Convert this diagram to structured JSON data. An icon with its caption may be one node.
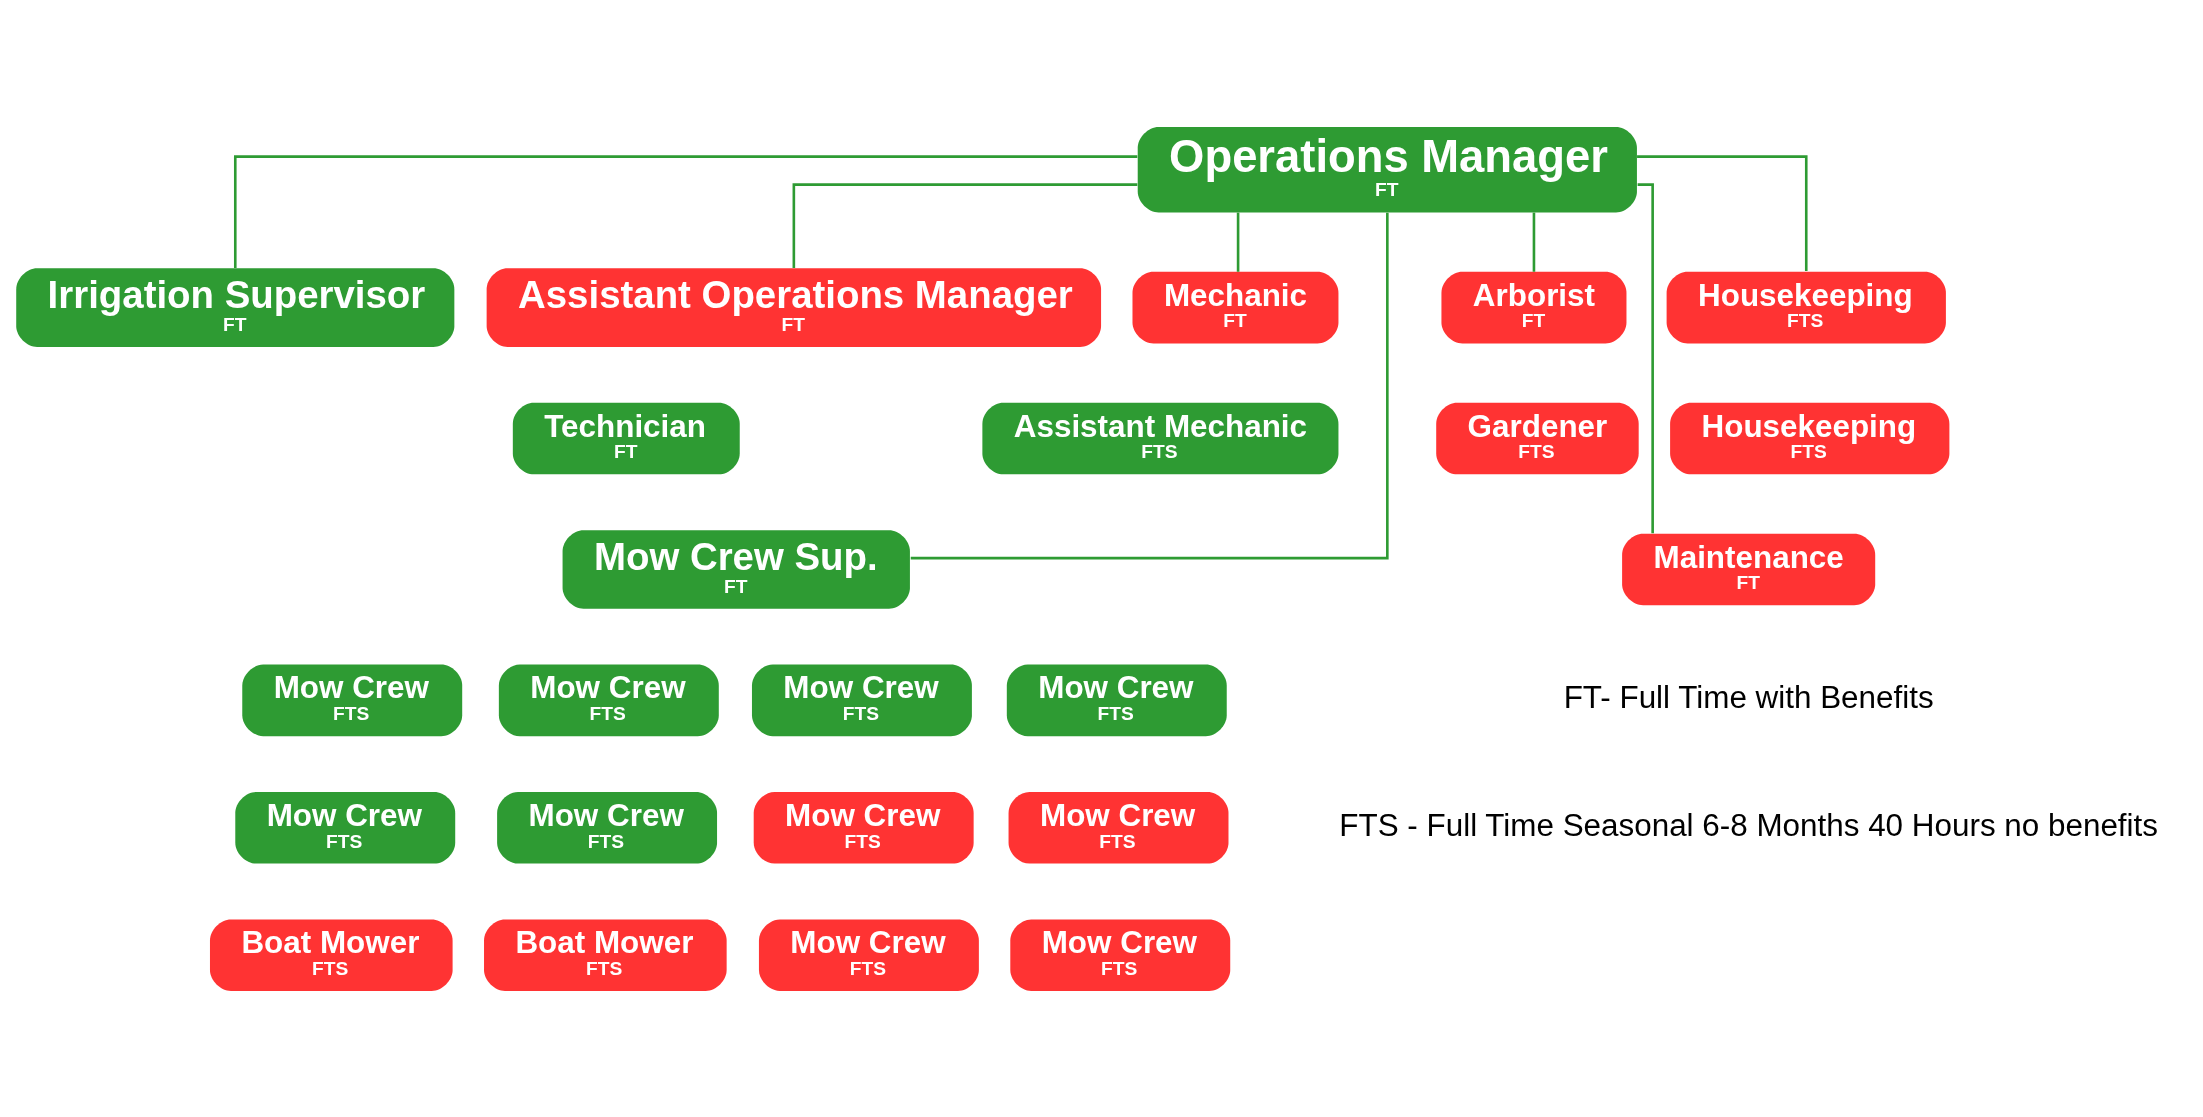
{
  "diagram": {
    "nodes": [
      {
        "text": [
          "Operations Manager",
          "FT"
        ]
      },
      {
        "text": [
          "Irrigation Supervisor",
          "FT"
        ]
      },
      {
        "text": [
          "Assistant Operations Manager",
          "FT"
        ]
      },
      {
        "text": [
          "Mechanic",
          "FT"
        ]
      },
      {
        "text": [
          "Assistant Mechanic",
          "FTS"
        ]
      },
      {
        "text": [
          "Technician",
          "FT"
        ]
      },
      {
        "text": [
          "Mow Crew Sup.",
          "FT"
        ]
      },
      {
        "text": [
          "Arborist",
          "FT"
        ]
      },
      {
        "text": [
          "Housekeeping",
          "FTS"
        ]
      },
      {
        "text": [
          "Gardener",
          "FTS"
        ]
      },
      {
        "text": [
          "Housekeeping",
          "FTS"
        ]
      },
      {
        "text": [
          "Maintenance",
          "FT"
        ]
      },
      {
        "text": [
          "Mow Crew",
          "FTS"
        ]
      },
      {
        "text": [
          "Mow Crew",
          "FTS"
        ]
      },
      {
        "text": [
          "Mow Crew",
          "FTS"
        ]
      },
      {
        "text": [
          "Mow Crew",
          "FTS"
        ]
      },
      {
        "text": [
          "Mow Crew",
          "FTS"
        ]
      },
      {
        "text": [
          "Mow Crew",
          "FTS"
        ]
      },
      {
        "text": [
          "Mow Crew",
          "FTS"
        ]
      },
      {
        "text": [
          "Mow Crew",
          "FTS"
        ]
      },
      {
        "text": [
          "Boat Mower",
          "FTS"
        ]
      },
      {
        "text": [
          "Boat Mower",
          "FTS"
        ]
      },
      {
        "text": [
          "Mow Crew",
          "FTS"
        ]
      },
      {
        "text": [
          "Mow Crew",
          "FTS"
        ]
      }
    ],
    "edges": [
      {
        "from": 0,
        "to": 1,
        "arrow": "none"
      },
      {
        "from": 0,
        "to": 6,
        "arrow": "none"
      },
      {
        "from": 0,
        "to": 2,
        "arrow": "none"
      },
      {
        "from": 0,
        "to": 7,
        "arrow": "none"
      },
      {
        "from": 0,
        "to": 11,
        "arrow": "none"
      },
      {
        "from": 0,
        "to": 8,
        "arrow": "none"
      },
      {
        "from": 0,
        "to": 3,
        "arrow": "none"
      }
    ],
    "labels": [
      "FT- Full Time with Benefits",
      "FTS - Full Time Seasonal 6-8 Months 40 Hours no benefits"
    ]
  }
}
